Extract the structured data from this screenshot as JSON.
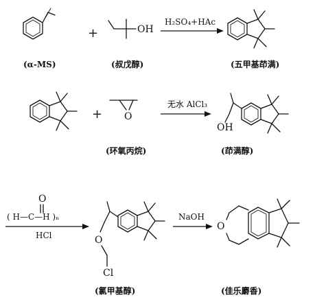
{
  "reactions": [
    {
      "reactants": [
        "(α-MS)",
        "(叔戊醇)"
      ],
      "conditions_above": "H₂SO₄+HAc",
      "conditions_below": "",
      "product": "(五甲基茚满)"
    },
    {
      "reactants": [
        "",
        "(环氧丙烷)"
      ],
      "conditions_above": "无水 AlCl₃",
      "conditions_below": "",
      "product": "(茚满醇)"
    },
    {
      "reactants": [],
      "conditions_above": "( H—C—H )ₙ",
      "conditions_below": "HCl",
      "intermediate": "(氯甲基醇)",
      "conditions_above_2": "NaOH",
      "product": "(佳乐麝香)"
    }
  ],
  "atoms": {
    "oh_1": "OH",
    "oh_2": "OH",
    "o_epoxide": "O",
    "o_formaldehyde": "O",
    "o_ether": "O",
    "cl": "Cl",
    "o_ring": "O"
  }
}
